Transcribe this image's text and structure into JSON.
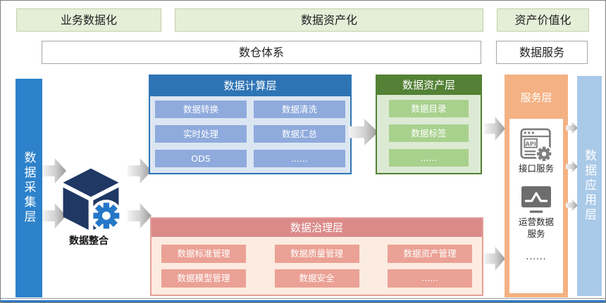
{
  "top_row": {
    "business": "业务数据化",
    "asset": "数据资产化",
    "value": "资产价值化"
  },
  "second_row": {
    "warehouse": "数仓体系",
    "data_service": "数据服务"
  },
  "left_bar": {
    "label": "数据采集层"
  },
  "integration": {
    "label": "数据整合",
    "icon": "cube-gear-icon"
  },
  "computing": {
    "title": "数据计算层",
    "items": [
      "数据转换",
      "数据清洗",
      "实时处理",
      "数据汇总",
      "ODS",
      "......"
    ]
  },
  "asset_layer": {
    "title": "数据资产层",
    "items": [
      "数据目录",
      "数据标签",
      "......"
    ]
  },
  "governance": {
    "title": "数据治理层",
    "items": [
      "数据标准管理",
      "数据质量管理",
      "数据资产管理",
      "数据模型管理",
      "数据安全",
      "......"
    ]
  },
  "service_layer": {
    "title": "服务层",
    "api_icon_text": "API",
    "interface_service": "接口服务",
    "ops_service": "运营数据服务",
    "more": "......",
    "icons": [
      "api-browser-gear-icon",
      "monitor-chart-icon"
    ]
  },
  "right_bar": {
    "label": "数据应用层"
  },
  "colors": {
    "phase_green_bg": "#e5eed7",
    "collect_bar_blue": "#2d82cb",
    "computing_header_blue": "#2e74b5",
    "computing_item_blue": "#8faadc",
    "asset_header_green": "#538135",
    "asset_item_green": "#a9d18e",
    "governance_header_red": "#db8a8a",
    "governance_item_salmon": "#eba195",
    "service_orange": "#f4b183",
    "app_bar_light_blue": "#a9c9e8",
    "cube_navy": "#1f3864",
    "gear_blue": "#2577c8",
    "bottom_line_blue": "#2e79c0"
  }
}
